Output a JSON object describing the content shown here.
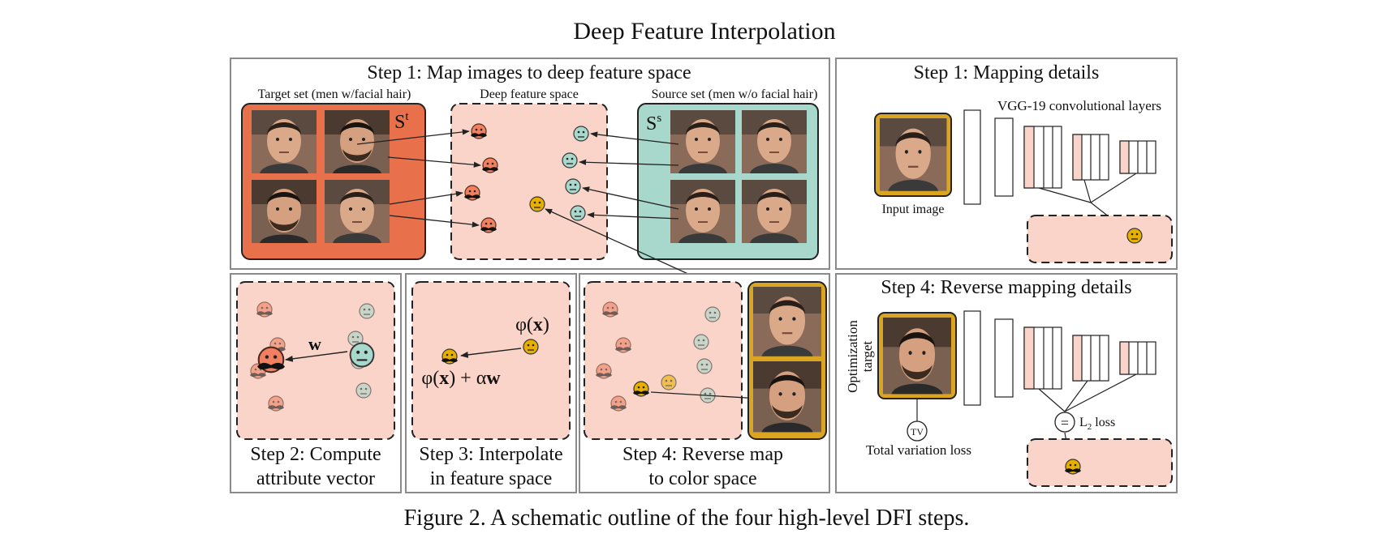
{
  "title": "Deep Feature Interpolation",
  "caption": "Figure 2. A schematic outline of the four high-level DFI steps.",
  "colors": {
    "target_set": "#E8704A",
    "source_set": "#A8D8CC",
    "feature_space": "#FAD4C8",
    "feature_tint": "#F9D3C7",
    "frame_gold": "#DAA520",
    "panel_border": "#8a8a8a",
    "mustache_face": "#F08060",
    "neutral_face": "#A8D8CC",
    "query_face": "#E7B000"
  },
  "icons": {
    "target_feature": "mustache-emoji-icon",
    "source_feature": "neutral-face-emoji-icon",
    "query_feature": "query-face-emoji-icon",
    "face_photo": "face-photo-icon"
  },
  "step1": {
    "title": "Step 1: Map images to deep feature space",
    "target_label": "Target set (men w/facial hair)",
    "feature_label": "Deep feature space",
    "source_label": "Source set (men w/o facial hair)",
    "st_base": "S",
    "st_sup": "t",
    "ss_base": "S",
    "ss_sup": "s"
  },
  "mapping": {
    "title": "Step 1: Mapping details",
    "vgg_label": "VGG-19 convolutional layers",
    "input_label": "Input image"
  },
  "step2": {
    "caption_line1": "Step 2: Compute",
    "caption_line2": "attribute vector",
    "w_label": "w"
  },
  "step3": {
    "caption_line1": "Step 3: Interpolate",
    "caption_line2": "in feature space",
    "phi_x_sym": "φ(",
    "phi_x_bold": "x",
    "phi_x_end": ")",
    "phi_aw_pre": "φ(",
    "phi_aw_bold1": "x",
    "phi_aw_mid": ") + α",
    "phi_aw_bold2": "w"
  },
  "step4": {
    "caption_line1": "Step 4: Reverse map",
    "caption_line2": "to color space"
  },
  "reverse": {
    "title": "Step 4: Reverse mapping details",
    "opt_line1": "Optimization",
    "opt_line2": "target",
    "tv_symbol": "TV",
    "tv_label": "Total variation loss",
    "eq_symbol": "=",
    "l2_label": "L",
    "l2_sub": "2",
    "l2_rest": " loss"
  }
}
